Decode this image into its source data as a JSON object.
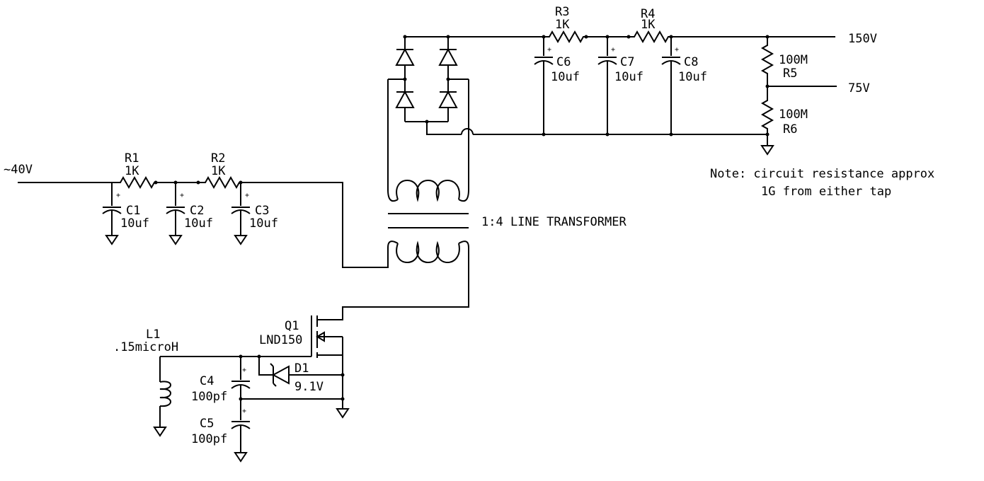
{
  "inputs": {
    "ac_in": "~40V"
  },
  "outputs": {
    "out_150": "150V",
    "out_75": "75V"
  },
  "transformer": {
    "label": "1:4 LINE TRANSFORMER"
  },
  "note": {
    "line1": "Note: circuit resistance approx",
    "line2": "1G from either tap"
  },
  "polarity_mark": "+",
  "components": {
    "R1": {
      "ref": "R1",
      "value": "1K"
    },
    "R2": {
      "ref": "R2",
      "value": "1K"
    },
    "R3": {
      "ref": "R3",
      "value": "1K"
    },
    "R4": {
      "ref": "R4",
      "value": "1K"
    },
    "R5": {
      "ref": "R5",
      "value": "100M"
    },
    "R6": {
      "ref": "R6",
      "value": "100M"
    },
    "C1": {
      "ref": "C1",
      "value": "10uf"
    },
    "C2": {
      "ref": "C2",
      "value": "10uf"
    },
    "C3": {
      "ref": "C3",
      "value": "10uf"
    },
    "C4": {
      "ref": "C4",
      "value": "100pf"
    },
    "C5": {
      "ref": "C5",
      "value": "100pf"
    },
    "C6": {
      "ref": "C6",
      "value": "10uf"
    },
    "C7": {
      "ref": "C7",
      "value": "10uf"
    },
    "C8": {
      "ref": "C8",
      "value": "10uf"
    },
    "L1": {
      "ref": "L1",
      "value": ".15microH"
    },
    "Q1": {
      "ref": "Q1",
      "value": "LND150"
    },
    "D1": {
      "ref": "D1",
      "value": "9.1V"
    }
  }
}
